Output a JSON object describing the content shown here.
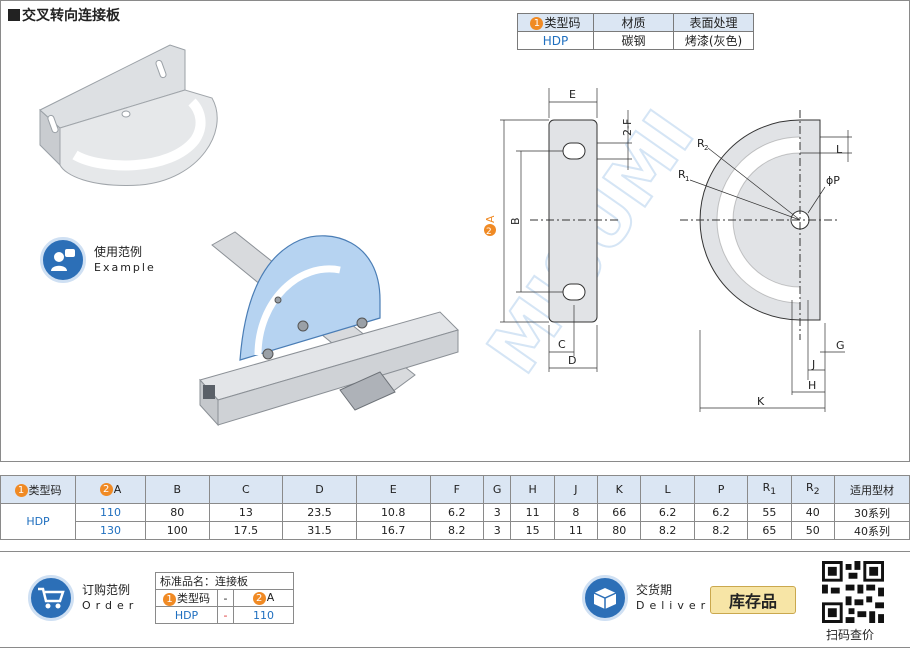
{
  "title": "交叉转向连接板",
  "material_table": {
    "headers": [
      "类型码",
      "材质",
      "表面处理"
    ],
    "header_nums": [
      "1"
    ],
    "row": [
      "HDP",
      "碳钢",
      "烤漆(灰色)"
    ]
  },
  "example": {
    "cn": "使用范例",
    "en": "Example"
  },
  "dims": {
    "E": "E",
    "F": "2-F",
    "A": "A",
    "A_num": "2",
    "B": "B",
    "C": "C",
    "D": "D",
    "R2": "R",
    "R2_sub": "2",
    "R1": "R",
    "R1_sub": "1",
    "L": "L",
    "P": "ϕP",
    "G": "G",
    "J": "J",
    "H": "H",
    "K": "K"
  },
  "spec_table": {
    "headers": [
      "类型码",
      "A",
      "B",
      "C",
      "D",
      "E",
      "F",
      "G",
      "H",
      "J",
      "K",
      "L",
      "P",
      "R",
      "R",
      "适用型材"
    ],
    "header_subs": [
      "",
      "",
      "",
      "",
      "",
      "",
      "",
      "",
      "",
      "",
      "",
      "",
      "",
      "1",
      "2",
      ""
    ],
    "header_nums": [
      "1",
      "2"
    ],
    "type_code": "HDP",
    "rows": [
      [
        "110",
        "80",
        "13",
        "23.5",
        "10.8",
        "6.2",
        "3",
        "11",
        "8",
        "66",
        "6.2",
        "6.2",
        "55",
        "40",
        "30系列"
      ],
      [
        "130",
        "100",
        "17.5",
        "31.5",
        "16.7",
        "8.2",
        "3",
        "15",
        "11",
        "80",
        "8.2",
        "8.2",
        "65",
        "50",
        "40系列"
      ]
    ]
  },
  "order": {
    "cn": "订购范例",
    "en": "Order",
    "std_name": "标准品名：连接板",
    "header": [
      "类型码",
      "-",
      "A"
    ],
    "header_nums": [
      "1",
      "2"
    ],
    "row": [
      "HDP",
      "-",
      "110"
    ]
  },
  "delivery": {
    "cn": "交货期",
    "en": "Delivery",
    "stock": "库存品"
  },
  "qr_label": "扫码查价",
  "colors": {
    "accent": "#2c6fb7",
    "header_bg": "#dbe6f3",
    "orange": "#f08a24",
    "blue_text": "#1f6fbf"
  }
}
